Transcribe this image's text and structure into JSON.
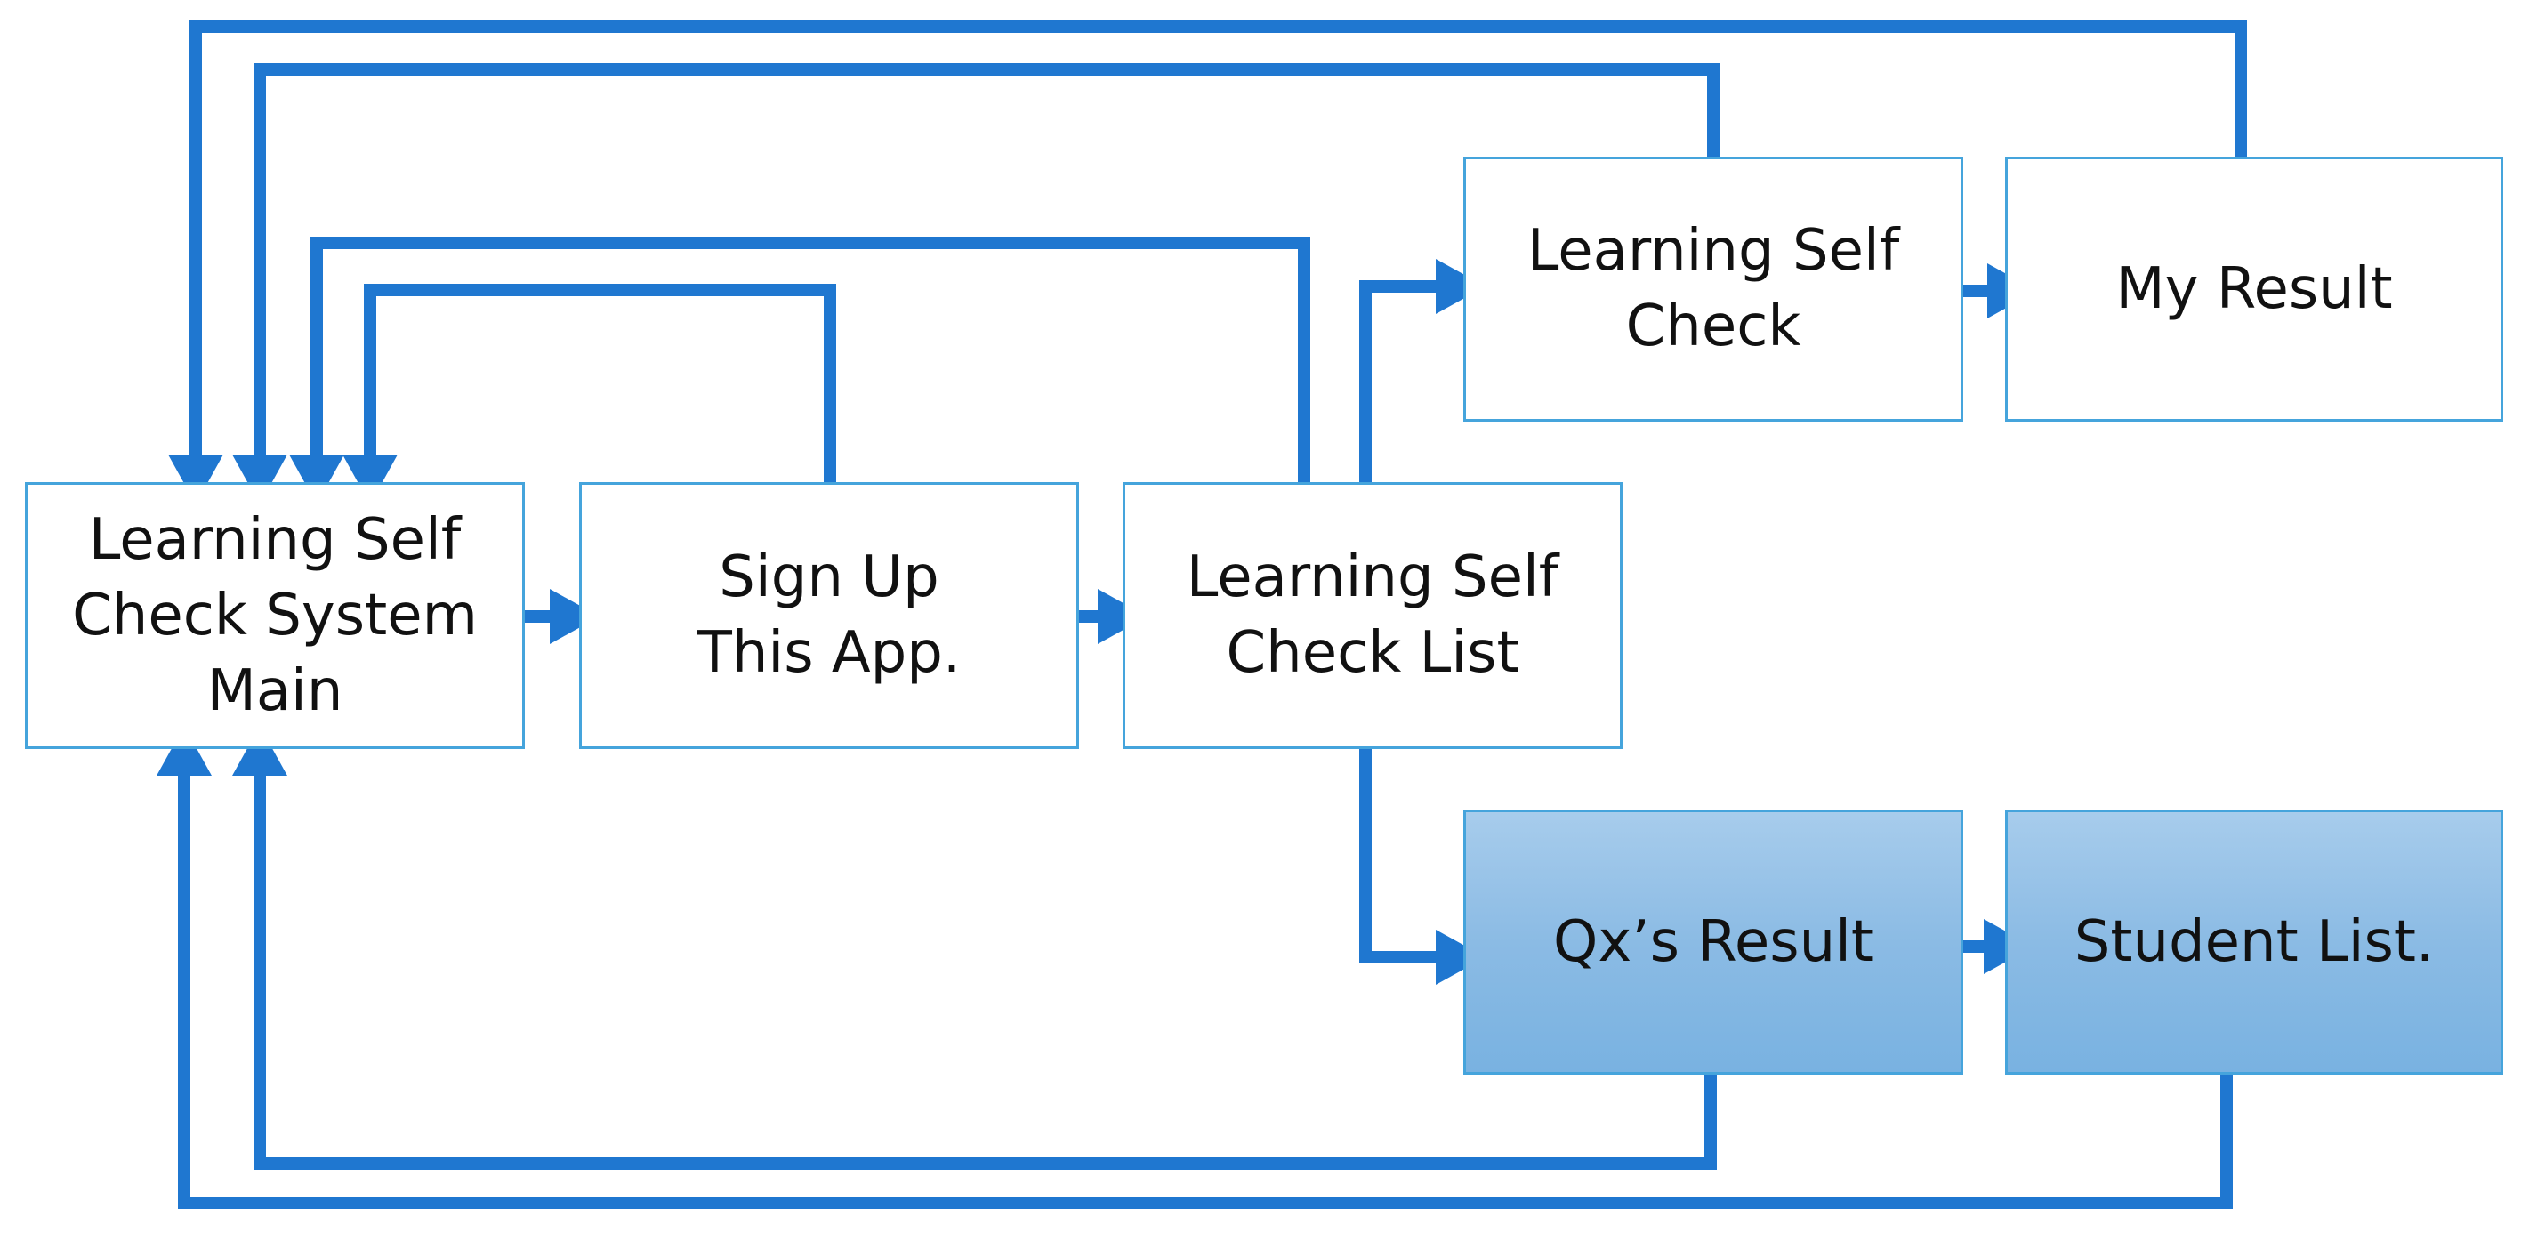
{
  "diagram": {
    "nodes": [
      {
        "id": "main",
        "label": "Learning Self\nCheck System\nMain"
      },
      {
        "id": "signup",
        "label": "Sign Up\nThis App."
      },
      {
        "id": "list",
        "label": "Learning Self\nCheck List"
      },
      {
        "id": "check",
        "label": "Learning Self\nCheck"
      },
      {
        "id": "result",
        "label": "My Result"
      },
      {
        "id": "qx",
        "label": "Qx’s Result"
      },
      {
        "id": "student",
        "label": "Student List."
      }
    ],
    "edges": [
      {
        "from": "main",
        "to": "signup"
      },
      {
        "from": "signup",
        "to": "list"
      },
      {
        "from": "list",
        "to": "check"
      },
      {
        "from": "check",
        "to": "result"
      },
      {
        "from": "list",
        "to": "qx"
      },
      {
        "from": "qx",
        "to": "student"
      },
      {
        "from": "signup",
        "to": "main"
      },
      {
        "from": "list",
        "to": "main"
      },
      {
        "from": "check",
        "to": "main"
      },
      {
        "from": "result",
        "to": "main"
      },
      {
        "from": "qx",
        "to": "main"
      },
      {
        "from": "student",
        "to": "main"
      }
    ],
    "colors": {
      "arrow": "#1f77d0",
      "box_border": "#45a4dc",
      "box_fill_highlight": "#8bbbe4"
    }
  }
}
